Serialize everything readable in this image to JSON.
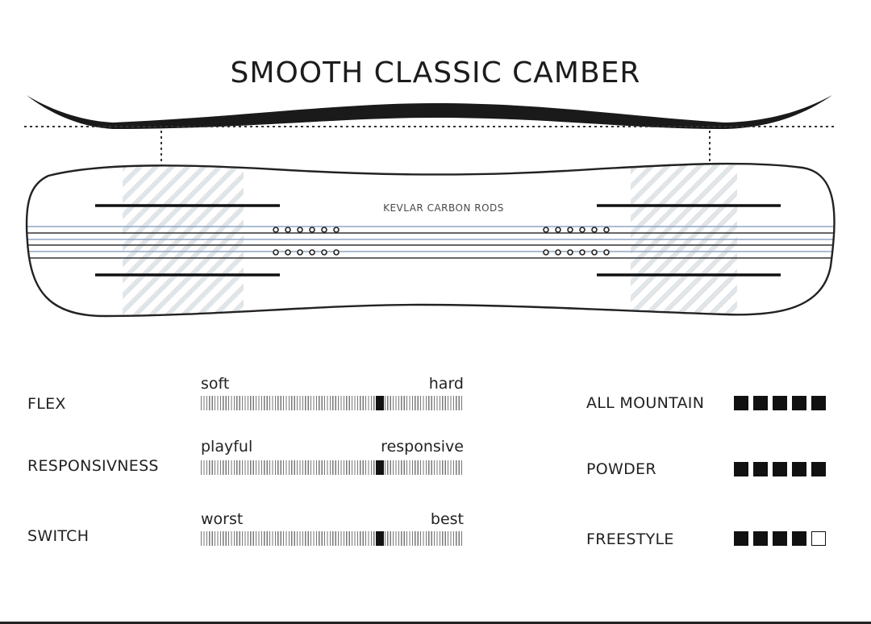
{
  "title": "SMOOTH CLASSIC CAMBER",
  "board": {
    "rod_label": "KEVLAR CARBON RODS"
  },
  "colors": {
    "ink": "#1a1a1a",
    "rod_blue": "#8fa6c2",
    "hatch": "#d8e0e4"
  },
  "metrics": [
    {
      "name": "FLEX",
      "left_label": "soft",
      "right_label": "hard",
      "value": 0.68
    },
    {
      "name": "RESPONSIVNESS",
      "left_label": "playful",
      "right_label": "responsive",
      "value": 0.68
    },
    {
      "name": "SWITCH",
      "left_label": "worst",
      "right_label": "best",
      "value": 0.68
    }
  ],
  "styles": [
    {
      "name": "ALL MOUNTAIN",
      "rating": 5,
      "max": 5
    },
    {
      "name": "POWDER",
      "rating": 5,
      "max": 5
    },
    {
      "name": "FREESTYLE",
      "rating": 4,
      "max": 5
    }
  ]
}
